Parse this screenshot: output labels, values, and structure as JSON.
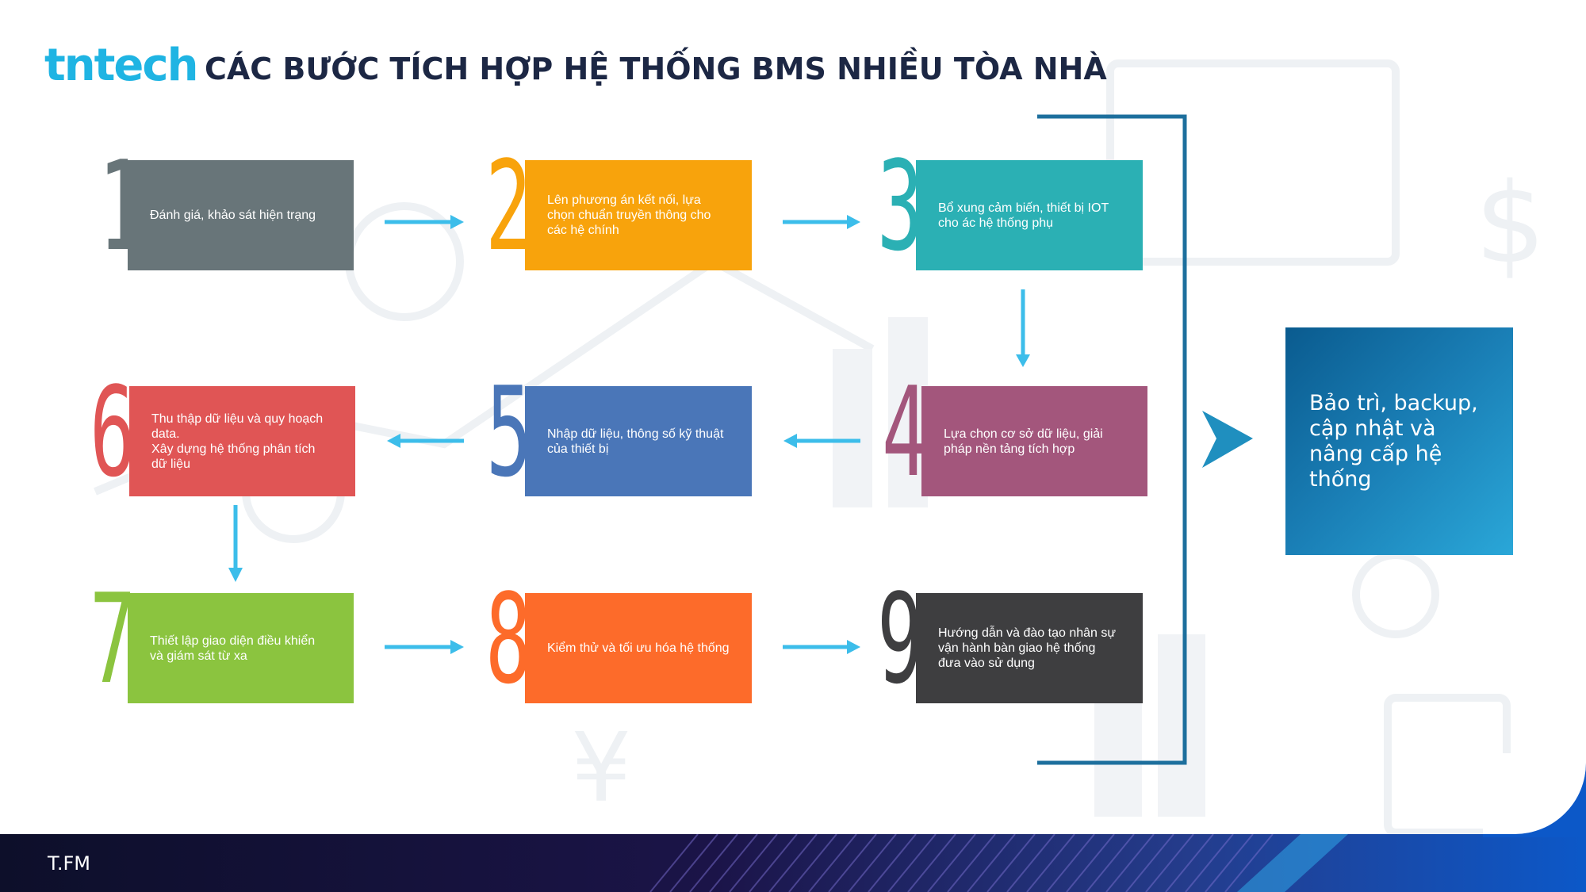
{
  "header": {
    "logo": "tntech",
    "title": "CÁC BƯỚC TÍCH HỢP HỆ THỐNG BMS NHIỀU TÒA NHÀ"
  },
  "colors": {
    "accent": "#1fb4e3",
    "title": "#1c2744",
    "arrow": "#3cbdea",
    "bracket": "#1d6f9d"
  },
  "steps": [
    {
      "num": "1",
      "text": "Đánh giá, khảo sát hiện trạng",
      "color": "#687579"
    },
    {
      "num": "2",
      "text": "Lên phương án kết nối, lựa chọn chuẩn truyền thông cho các hệ chính",
      "color": "#f8a30c"
    },
    {
      "num": "3",
      "text": "Bổ xung cảm biến, thiết bị IOT cho ác hệ thống phụ",
      "color": "#2bb0b4"
    },
    {
      "num": "4",
      "text": "Lựa chọn cơ sở dữ liệu, giải pháp nền tảng tích hợp",
      "color": "#a3567c"
    },
    {
      "num": "5",
      "text": "Nhập dữ liệu, thông số kỹ thuật của thiết bị",
      "color": "#4a76b8"
    },
    {
      "num": "6",
      "text": "Thu thập dữ liệu và quy hoạch data.\nXây dựng hệ thống phân tích dữ liệu",
      "color": "#e05555"
    },
    {
      "num": "7",
      "text": "Thiết lập giao diện điều khiển và giám sát từ xa",
      "color": "#8bc43f"
    },
    {
      "num": "8",
      "text": "Kiểm thử và tối ưu hóa hệ thống",
      "color": "#fd6b2a"
    },
    {
      "num": "9",
      "text": "Hướng dẫn và đào tạo nhân sự vận hành bàn giao hệ thống đưa vào sử dụng",
      "color": "#3e3e40"
    }
  ],
  "final": {
    "text": "Bảo trì, backup, cập nhật và nâng cấp hệ thống"
  },
  "footer": {
    "label": "T.FM"
  }
}
